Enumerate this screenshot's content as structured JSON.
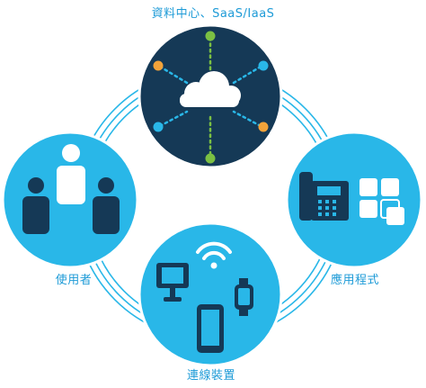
{
  "title": "資料中心、SaaS/IaaS",
  "nodes": {
    "users": "使用者",
    "applications": "應用程式",
    "devices": "連線裝置"
  },
  "colors": {
    "navy": "#153956",
    "light_blue": "#29B7E8",
    "label_blue": "#1E9BD7",
    "green": "#7BC043",
    "orange": "#F2A33A"
  }
}
